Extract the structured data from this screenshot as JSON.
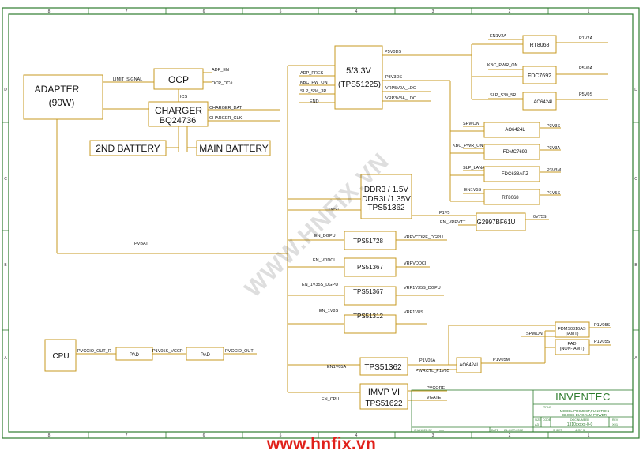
{
  "frame": {
    "col_numbers": [
      "8",
      "7",
      "6",
      "5",
      "4",
      "3",
      "2",
      "1"
    ],
    "row_letters": [
      "D",
      "C",
      "B",
      "A"
    ]
  },
  "blocks": {
    "adapter": {
      "line1": "ADAPTER",
      "line2": "(90W)"
    },
    "ocp": "OCP",
    "charger": {
      "line1": "CHARGER",
      "line2": "BQ24736"
    },
    "bat2": "2ND BATTERY",
    "batmain": "MAIN BATTERY",
    "tps51225": {
      "line1": "5/3.3V",
      "line2": "(TPS51225)"
    },
    "ddr": {
      "line1": "DDR3 / 1.5V",
      "line2": "DDR3L/1.35V",
      "line3": "TPS51362"
    },
    "g2997": "G2997BF61U",
    "tps51728": "TPS51728",
    "tps51367a": "TPS51367",
    "tps51367b": "TPS51367",
    "tps51312": "TPS51312",
    "tps51362b": "TPS51362",
    "imvp": {
      "line1": "IMVP VI",
      "line2": "TPS51622"
    },
    "cpu": "CPU",
    "pad1": "PAD",
    "pad2": "PAD",
    "rt8068a": "RT8068",
    "fdc7692": "FDC7692",
    "ao6424a": "AO6424L",
    "ao6424b": "AO6424L",
    "fdmc7692": "FDMC7692",
    "fdc638": "FDC638APZ",
    "rt8068b": "RT8068",
    "ao6424c": "AO6424L",
    "fdms": {
      "line1": "FDMS0310AS",
      "line2": "(IAMT)"
    },
    "pad3": {
      "line1": "PAD",
      "line2": "(NON-IAMT)"
    }
  },
  "signals": {
    "limit_signal": "LIMIT_SIGNAL",
    "adp_en": "ADP_EN",
    "ocp_oc": "OCP_OC#",
    "ics": "ICS",
    "charger_dat": "CHARGER_DAT",
    "charger_clk": "CHARGER_CLK",
    "pvbat": "PVBAT",
    "adp_pres": "ADP_PRES",
    "kbc_pw_on": "KBC_PW_ON",
    "slp_s3": "SLP_S3#_3R",
    "end": "END",
    "p5v0ds": "P5V0DS",
    "p3v3ds": "P3V3DS",
    "vrp5v0a": "VRP5V0A_LDO",
    "vrp3v3a": "VRP3V3A_LDO",
    "en1v2a": "EN1V2A",
    "p1v2a": "P1V2A",
    "kbc_pwr_on": "KBC_PWR_ON",
    "p5v0a": "P5V0A",
    "slp_s3_5r": "SLP_S3#_5R",
    "p5v0s": "P5V0S",
    "spwon": "SPWON",
    "p3v3s": "P3V3S",
    "kbc_pwr_on2": "KBC_PWR_ON",
    "p3v3a": "P3V3A",
    "slp_lan": "SLP_LAN#",
    "p3v3m": "P3V3M",
    "en1v5s": "EN1V5S",
    "p1v5s": "P1V5S",
    "envtt": "ENPVTT",
    "p1v5": "P1V5",
    "en_vrpvtt": "EN_VRPVTT",
    "v0v75s": "0V75S",
    "en_dgpu": "EN_DGPU",
    "vrpvcore_dgpu": "VRPVCORE_DGPU",
    "en_vddci": "EN_VDDCI",
    "vrpvddci": "VRPVDDCI",
    "en_1v35s": "EN_1V35S_DGPU",
    "vrp1v35s": "VRP1V35S_DGPU",
    "en_1v8s": "EN_1V8S",
    "vrp1v8s": "VRP1V8S",
    "en1v05a": "EN1V05A",
    "p1v05a": "P1V05A",
    "pwrctl": "PWRCTL_P1V05",
    "p1v05m": "P1V05M",
    "spwon2": "SPWON",
    "p1v05s_a": "P1V05S",
    "p1v05s_b": "P1V05S",
    "en_cpu": "EN_CPU",
    "pvcore": "PVCORE",
    "vgate": "VGATE",
    "pvccio_out_r": "PVCCIO_OUT_R",
    "p1v05s_vccp": "P1V05S_VCCP",
    "pvccio_out": "PVCCIO_OUT"
  },
  "watermark": "WWW.HNFIX.VN",
  "titleblock": {
    "company": "INVENTEC",
    "title_label": "TITLE",
    "title_l1": "MODEL,PROJECT,FUNCTION",
    "title_l2": "BLOCK DIAGRAM POWER",
    "size_label": "SIZE",
    "size_val": "A3",
    "code_label": "CODE",
    "docnum_label": "DOC.NUMBER",
    "docnum": "1310xxxxx-0-0",
    "rev_label": "REV",
    "rev_val": "X01",
    "changed_by": "CHANGED BY",
    "changed_val": "xxx",
    "date_label": "DATE",
    "date_val": "21-OCT-2002",
    "sheet_label": "SHEET",
    "sheet_val": "4 OF 5"
  },
  "site_url": "www.hnfix.vn"
}
